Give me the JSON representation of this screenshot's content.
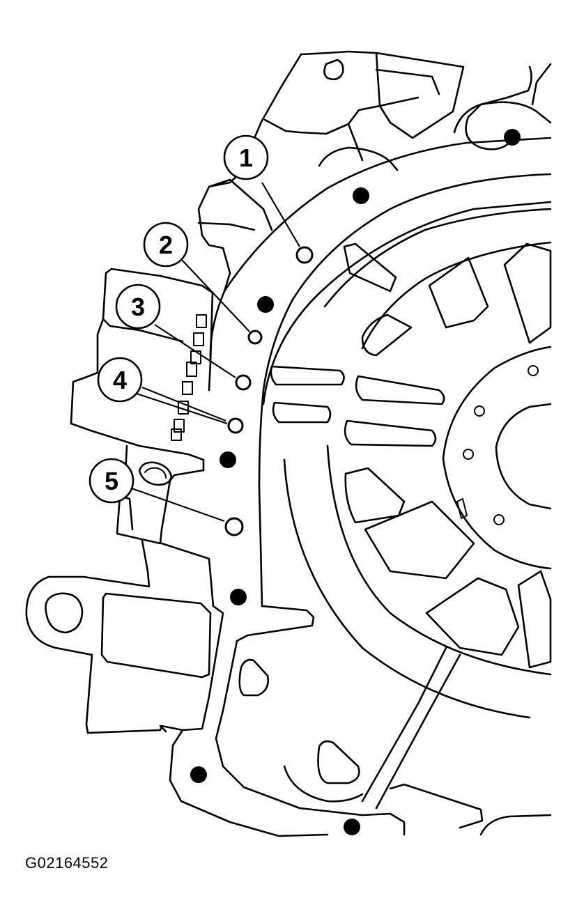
{
  "figure_id": "G02164552",
  "callouts": [
    {
      "label": "1"
    },
    {
      "label": "2"
    },
    {
      "label": "3"
    },
    {
      "label": "4"
    },
    {
      "label": "5"
    }
  ],
  "colors": {
    "ink": "#000000",
    "paper": "#ffffff"
  }
}
